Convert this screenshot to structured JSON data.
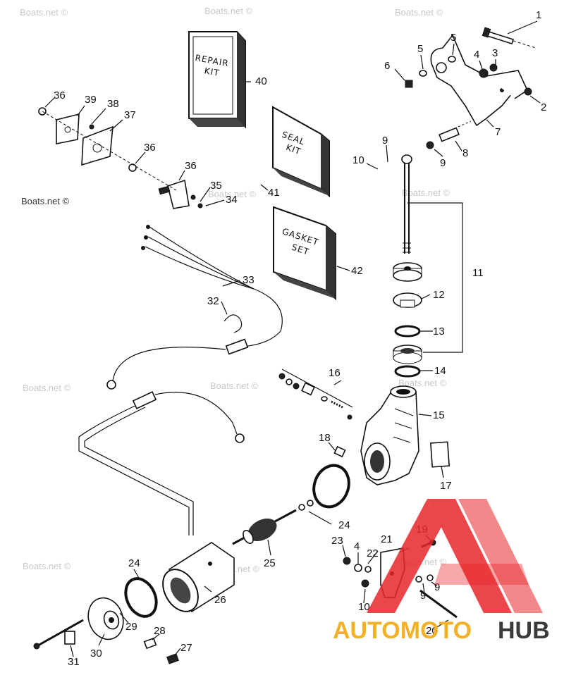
{
  "watermark": "Boats.net ©",
  "kits": {
    "repair": {
      "line1": "REPAIR",
      "line2": "KIT"
    },
    "seal": {
      "line1": "SEAL",
      "line2": "KIT"
    },
    "gasket": {
      "line1": "GASKET",
      "line2": "SET"
    }
  },
  "callouts": [
    "1",
    "2",
    "3",
    "4",
    "5",
    "5",
    "6",
    "7",
    "8",
    "9",
    "9",
    "10",
    "11",
    "12",
    "13",
    "14",
    "15",
    "16",
    "17",
    "18",
    "19",
    "20",
    "21",
    "22",
    "23",
    "4",
    "24",
    "24",
    "25",
    "26",
    "27",
    "28",
    "29",
    "30",
    "31",
    "32",
    "33",
    "34",
    "35",
    "36",
    "36",
    "36",
    "37",
    "38",
    "39",
    "40",
    "41",
    "42",
    "9",
    "9",
    "10"
  ],
  "logo": {
    "part1": "AUTOMOTO",
    "part2": "HUB",
    "color_red": "#e8262a",
    "color_gold": "#f2b127",
    "color_dark": "#3a3a3a"
  }
}
